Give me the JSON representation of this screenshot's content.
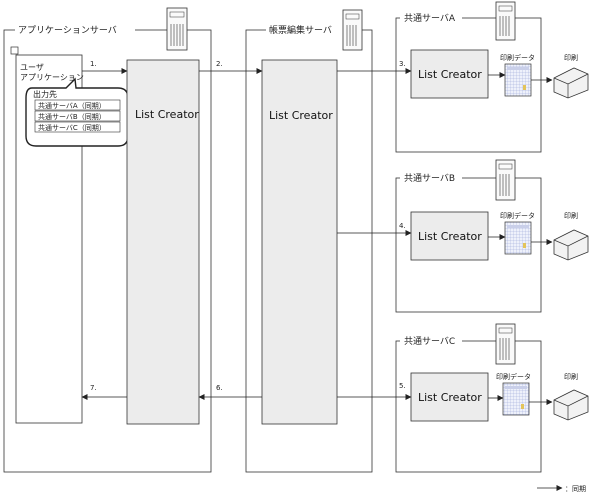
{
  "servers": {
    "app_server": "アプリケーションサーバ",
    "report_server": "帳票編集サーバ",
    "shared_a": "共通サーバA",
    "shared_b": "共通サーバB",
    "shared_c": "共通サーバC"
  },
  "user_app": {
    "line1": "ユーザ",
    "line2": "アプリケーション"
  },
  "output_dest": {
    "title": "出力先",
    "items": [
      "共通サーバA（同期）",
      "共通サーバB（同期）",
      "共通サーバC（同期）"
    ]
  },
  "list_creator": "List Creator",
  "print_data": "印刷データ",
  "print": "印刷",
  "steps": {
    "s1": "1.",
    "s2": "2.",
    "s3": "3.",
    "s4": "4.",
    "s5": "5.",
    "s6": "6.",
    "s7": "7."
  },
  "legend": {
    "sync": "：同期"
  }
}
